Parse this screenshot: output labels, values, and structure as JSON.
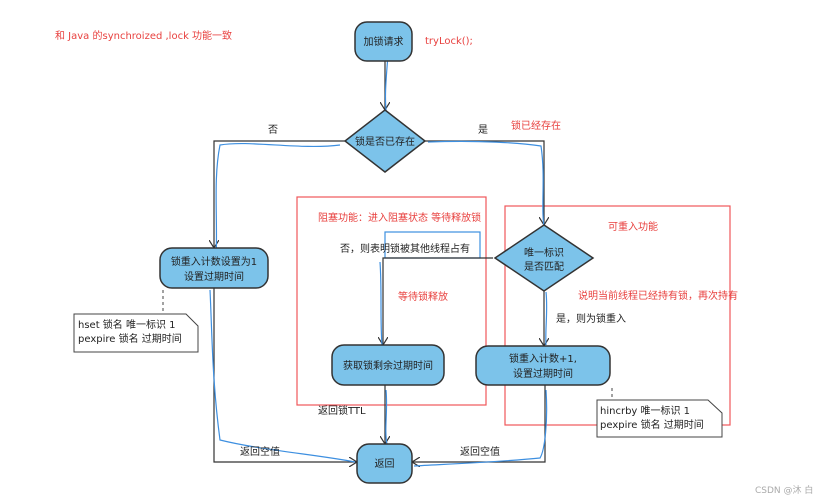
{
  "annotations": {
    "top_note": "和 Java 的synchroized ,lock 功能一致",
    "trylock": "tryLock();",
    "lock_exists": "锁已经存在",
    "blocking_title": "阻塞功能：进入阻塞状态 等待释放锁",
    "wait_release": "等待锁释放",
    "reentrant_title": "可重入功能",
    "explain_reentrant": "说明当前线程已经持有锁，再次持有"
  },
  "nodes": {
    "start": "加锁请求",
    "exists_decision": "锁是否已存在",
    "set_count_line1": "锁重入计数设置为1",
    "set_count_line2": "设置过期时间",
    "get_ttl": "获取锁剩余过期时间",
    "match_line1": "唯一标识",
    "match_line2": "是否匹配",
    "incr_line1": "锁重入计数+1,",
    "incr_line2": "设置过期时间",
    "return": "返回"
  },
  "edges": {
    "no": "否",
    "yes": "是",
    "not_match": "否，则表明锁被其他线程占有",
    "is_reentrant": "是，则为锁重入",
    "return_ttl": "返回锁TTL",
    "return_null_left": "返回空值",
    "return_null_right": "返回空值"
  },
  "notes": {
    "hset_line1": "hset 锁名 唯一标识 1",
    "hset_line2": "pexpire 锁名 过期时间",
    "hincrby_line1": "hincrby 唯一标识 1",
    "hincrby_line2": "pexpire 锁名 过期时间"
  },
  "watermark": "CSDN @沐   白"
}
